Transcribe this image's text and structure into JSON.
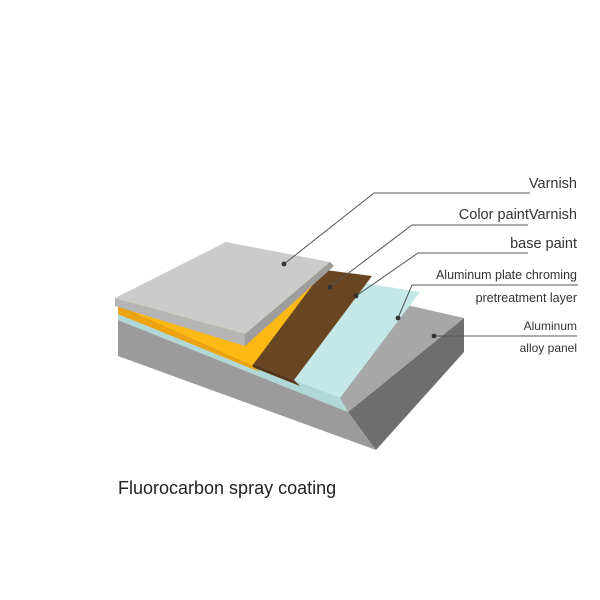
{
  "diagram": {
    "caption": "Fluorocarbon spray coating",
    "layers": [
      {
        "id": "varnish",
        "label_lines": [
          "Varnish"
        ],
        "color": "#cbcbcb"
      },
      {
        "id": "color-paint",
        "label_lines": [
          "Color paintVarnish"
        ],
        "color": "#fcb814"
      },
      {
        "id": "base-paint",
        "label_lines": [
          "base paint"
        ],
        "color": "#6a4522"
      },
      {
        "id": "chroming",
        "label_lines": [
          "Aluminum plate chroming",
          "pretreatment layer"
        ],
        "color": "#c4e8e6"
      },
      {
        "id": "aluminum",
        "label_lines": [
          "Aluminum",
          "alloy panel"
        ],
        "color": "#a7a7a7"
      }
    ]
  }
}
